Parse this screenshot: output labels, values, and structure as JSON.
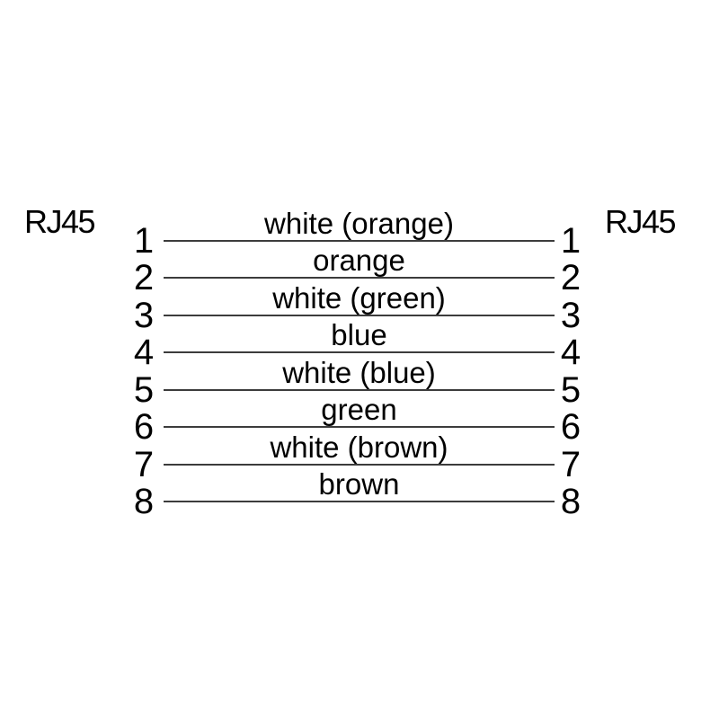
{
  "diagram": {
    "type": "rj45-cable-pinout",
    "background_color": "#ffffff",
    "text_color": "#000000",
    "wire_line_color": "#3c3c3c",
    "connector_left_label": "RJ45",
    "connector_right_label": "RJ45",
    "pins": [
      {
        "number": "1",
        "wire": "white (orange)"
      },
      {
        "number": "2",
        "wire": "orange"
      },
      {
        "number": "3",
        "wire": "white (green)"
      },
      {
        "number": "4",
        "wire": "blue"
      },
      {
        "number": "5",
        "wire": "white (blue)"
      },
      {
        "number": "6",
        "wire": "green"
      },
      {
        "number": "7",
        "wire": "white (brown)"
      },
      {
        "number": "8",
        "wire": "brown"
      }
    ]
  }
}
